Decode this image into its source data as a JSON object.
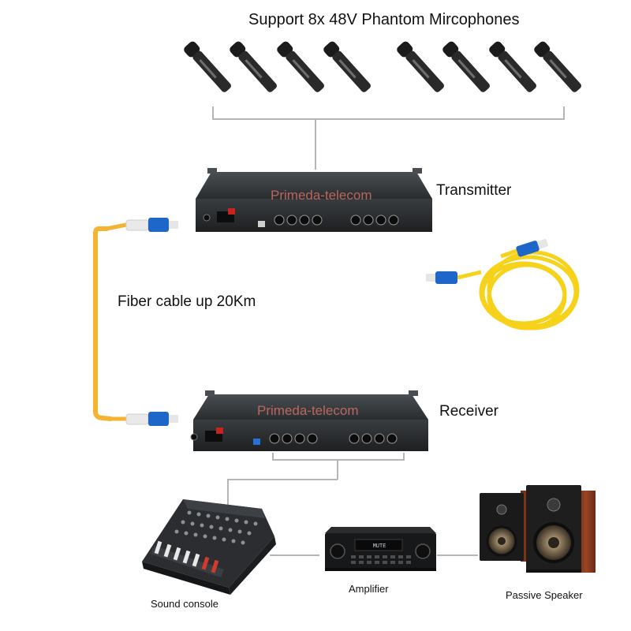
{
  "title": "Support 8x 48V Phantom Mircophones",
  "transmitter": {
    "label": "Transmitter",
    "watermark": "Primeda-telecom"
  },
  "receiver": {
    "label": "Receiver",
    "watermark": "Primeda-telecom"
  },
  "fiber": {
    "label": "Fiber cable up 20Km"
  },
  "devices": {
    "console": "Sound console",
    "amplifier": "Amplifier",
    "speaker": "Passive Speaker"
  },
  "amp_display": "MUTE",
  "microphone_count": 8,
  "colors": {
    "line": "#b5b5b5",
    "chassis": "#2f3235",
    "fiber_yellow": "#f7d21a",
    "fiber_orange": "#f5b332",
    "connector_blue": "#1f66c9",
    "speaker_wood": "#8a3a20",
    "watermark": "#e8766b"
  }
}
